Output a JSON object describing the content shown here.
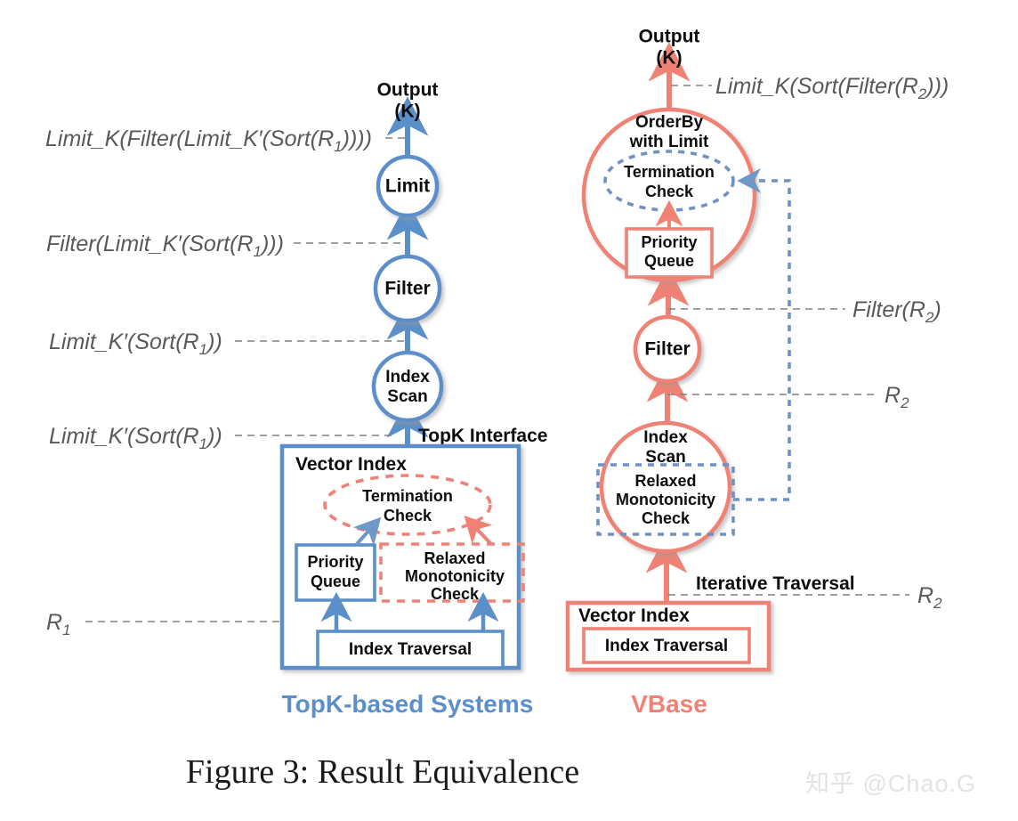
{
  "figure": {
    "caption": "Figure 3: Result Equivalence",
    "watermark": "知乎 @Chao.G"
  },
  "colors": {
    "blue": "#5b8fc9",
    "blue_dark": "#4a7fbc",
    "red": "#ef8275",
    "gray_text": "#595959",
    "black": "#0d0d0d",
    "dash_gray": "#808080"
  },
  "left_system": {
    "name": "TopK-based Systems",
    "output_line1": "Output",
    "output_line2": "(K)",
    "nodes": [
      {
        "id": "limit",
        "label": "Limit"
      },
      {
        "id": "filter",
        "label": "Filter"
      },
      {
        "id": "index-scan",
        "label_line1": "Index",
        "label_line2": "Scan"
      }
    ],
    "interface_label": "TopK Interface",
    "container_label": "Vector Index",
    "inner": {
      "termination_check_line1": "Termination",
      "termination_check_line2": "Check",
      "priority_queue_line1": "Priority",
      "priority_queue_line2": "Queue",
      "relaxed_line1": "Relaxed",
      "relaxed_line2": "Monotonicity",
      "relaxed_line3": "Check",
      "index_traversal": "Index Traversal"
    },
    "annotations": [
      {
        "id": "a1",
        "text": "Limit_K(Filter(Limit_K′(Sort(R",
        "sub": "1",
        "tail": "))))"
      },
      {
        "id": "a2",
        "text": "Filter(Limit_K′(Sort(R",
        "sub": "1",
        "tail": ")))"
      },
      {
        "id": "a3",
        "text": "Limit_K′(Sort(R",
        "sub": "1",
        "tail": "))"
      },
      {
        "id": "a4",
        "text": "Limit_K′(Sort(R",
        "sub": "1",
        "tail": "))"
      },
      {
        "id": "a5",
        "text": "R",
        "sub": "1",
        "tail": ""
      }
    ]
  },
  "right_system": {
    "name": "VBase",
    "output_line1": "Output",
    "output_line2": "(K)",
    "nodes": [
      {
        "id": "orderby",
        "label_line1": "OrderBy",
        "label_line2": "with Limit"
      },
      {
        "id": "filter",
        "label": "Filter"
      },
      {
        "id": "index-scan",
        "label_line1": "Index",
        "label_line2": "Scan"
      }
    ],
    "inner": {
      "termination_check_line1": "Termination",
      "termination_check_line2": "Check",
      "priority_queue_line1": "Priority",
      "priority_queue_line2": "Queue",
      "relaxed_line1": "Relaxed",
      "relaxed_line2": "Monotonicity",
      "relaxed_line3": "Check"
    },
    "iterative_traversal_label": "Iterative Traversal",
    "container_label": "Vector Index",
    "index_traversal": "Index Traversal",
    "annotations": [
      {
        "id": "b1",
        "text": "Limit_K(Sort(Filter(R",
        "sub": "2",
        "tail": ")))"
      },
      {
        "id": "b2",
        "text": "Filter(R",
        "sub": "2",
        "tail": ")"
      },
      {
        "id": "b3",
        "text": "R",
        "sub": "2",
        "tail": ""
      },
      {
        "id": "b4",
        "text": "R",
        "sub": "2",
        "tail": ""
      }
    ]
  }
}
